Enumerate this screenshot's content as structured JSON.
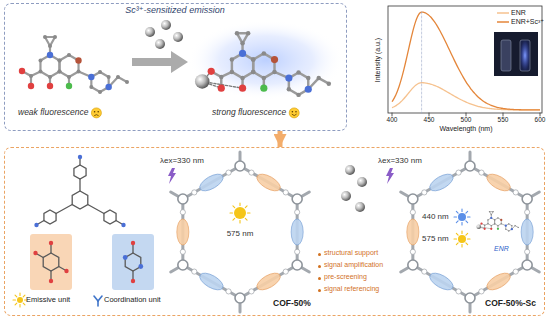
{
  "diagram": {
    "nodes": [
      {
        "text": [
          "Sc³⁺-sensitized emission"
        ]
      },
      {
        "text": [
          "structural support",
          "signal amplification",
          "pre-screening",
          "signal referencing"
        ]
      },
      {
        "text": [
          "λex=330 nm",
          "575 nm",
          "COF-50%"
        ],
        "in": 1
      },
      {
        "text": [
          "λex=330 nm",
          "440 nm",
          "575 nm",
          "ENR",
          "COF-50%-Sc"
        ],
        "in": 1
      }
    ],
    "edges": [
      {
        "from": 0,
        "to": 1,
        "arrow": "to"
      }
    ],
    "labels": [
      "weak fluorescence",
      "strong fluorescence",
      "Intensity (a.u.)",
      "Wavelength (nm)",
      "400",
      "450",
      "500",
      "550",
      "600",
      "Emissive unit",
      "Coordination unit"
    ],
    "legend": [
      {
        "text": "ENR"
      },
      {
        "text": "ENR+Sc³⁺"
      }
    ]
  }
}
